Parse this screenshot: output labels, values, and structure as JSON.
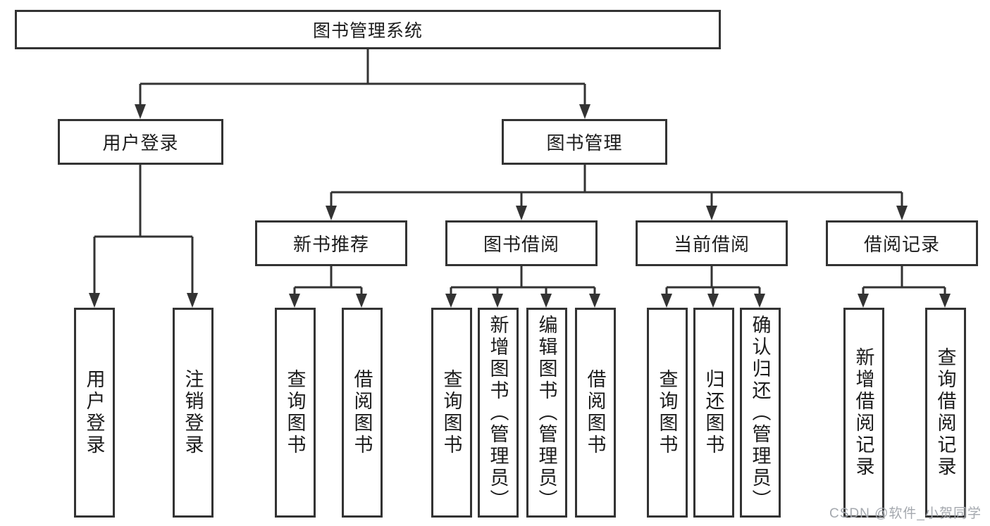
{
  "diagram": {
    "tree": {
      "root": {
        "label": "图书管理系统"
      },
      "children": [
        {
          "label": "用户登录",
          "children": [
            {
              "label": "用户登录"
            },
            {
              "label": "注销登录"
            }
          ]
        },
        {
          "label": "图书管理",
          "children": [
            {
              "label": "新书推荐",
              "children": [
                {
                  "label": "查询图书"
                },
                {
                  "label": "借阅图书"
                }
              ]
            },
            {
              "label": "图书借阅",
              "children": [
                {
                  "label": "查询图书"
                },
                {
                  "label": "新增图书（管理员）"
                },
                {
                  "label": "编辑图书（管理员）"
                },
                {
                  "label": "借阅图书"
                }
              ]
            },
            {
              "label": "当前借阅",
              "children": [
                {
                  "label": "查询图书"
                },
                {
                  "label": "归还图书"
                },
                {
                  "label": "确认归还（管理员）"
                }
              ]
            },
            {
              "label": "借阅记录",
              "children": [
                {
                  "label": "新增借阅记录"
                },
                {
                  "label": "查询借阅记录"
                }
              ]
            }
          ]
        }
      ]
    },
    "colors": {
      "line": "#333333",
      "node_border": "#333333",
      "text": "#1c1c1c",
      "background": "#ffffff",
      "watermark": "#a4a8ae"
    },
    "watermark": "CSDN @软件_小贺同学"
  }
}
